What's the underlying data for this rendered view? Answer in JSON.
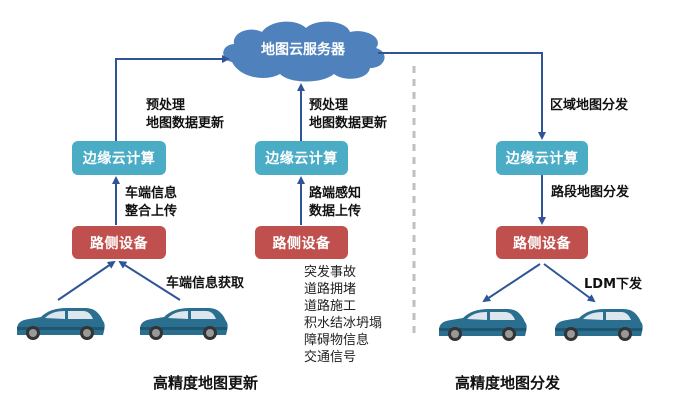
{
  "cloud": {
    "label": "地图云服务器",
    "color": "#4F81BD"
  },
  "colors": {
    "edge_box": "#4BACC6",
    "road_box": "#C0504D",
    "arrow": "#2F5597",
    "divider": "#BFBFBF",
    "car": "#2A6F8F"
  },
  "left": {
    "edge_label": "边缘云计算",
    "road_label": "路侧设备",
    "up_to_cloud": [
      "预处理",
      "地图数据更新"
    ],
    "edge_up": [
      "车端信息",
      "整合上传"
    ],
    "car_to_road": "车端信息获取"
  },
  "middle": {
    "edge_label": "边缘云计算",
    "road_label": "路侧设备",
    "up_to_cloud": [
      "预处理",
      "地图数据更新"
    ],
    "edge_up": [
      "路端感知",
      "数据上传"
    ],
    "sensed_items": [
      "突发事故",
      "道路拥堵",
      "道路施工",
      "积水结冰坍塌",
      "障碍物信息",
      "交通信号"
    ]
  },
  "right": {
    "edge_label": "边缘云计算",
    "road_label": "路侧设备",
    "cloud_down": "区域地图分发",
    "edge_down": "路段地图分发",
    "road_to_car": "LDM下发"
  },
  "sections": {
    "update_title": "高精度地图更新",
    "distribute_title": "高精度地图分发"
  },
  "icons": {
    "car": "car-icon",
    "cloud": "cloud-icon"
  }
}
